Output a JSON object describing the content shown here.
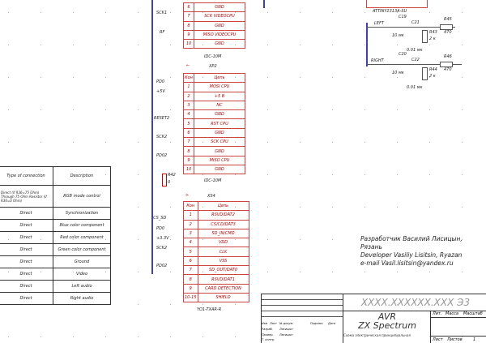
{
  "xp_top": {
    "rows": [
      [
        "6",
        "GND"
      ],
      [
        "7",
        "SCK VIDEOCPU"
      ],
      [
        "8",
        "GND"
      ],
      [
        "9",
        "MISO VIDEOCPU"
      ],
      [
        "10",
        "GND"
      ]
    ],
    "label": "IDC-10M",
    "nets": [
      "SCK1",
      "RF"
    ]
  },
  "xp2": {
    "ref": "XP2",
    "header": [
      "Кон",
      "Цепь"
    ],
    "rows": [
      [
        "1",
        "MOSI CPU"
      ],
      [
        "2",
        "+5 B"
      ],
      [
        "3",
        "NC"
      ],
      [
        "4",
        "GND"
      ],
      [
        "5",
        "RST CPU"
      ],
      [
        "6",
        "GND"
      ],
      [
        "7",
        "SCK CPU"
      ],
      [
        "8",
        "GND"
      ],
      [
        "9",
        "MISO CPU"
      ],
      [
        "10",
        "GND"
      ]
    ],
    "label": "IDC-10M",
    "nets": [
      "PD0",
      "+5V",
      "RESET2",
      "SCK2",
      "PD02"
    ],
    "resistor": [
      "R42",
      "0"
    ]
  },
  "xs4": {
    "ref": "XS4",
    "header": [
      "Кон",
      "Цепь"
    ],
    "rows": [
      [
        "1",
        "RSVD/DAT2"
      ],
      [
        "2",
        "CS/CD/DAT3"
      ],
      [
        "3",
        "SD_IN/CMD"
      ],
      [
        "4",
        "VDD"
      ],
      [
        "5",
        "CLK"
      ],
      [
        "6",
        "VSS"
      ],
      [
        "7",
        "SD_OUT/DAT0"
      ],
      [
        "8",
        "RSVD/DAT1"
      ],
      [
        "9",
        "CARD DETECTION"
      ],
      [
        "10-15",
        "SHIELD"
      ]
    ],
    "label": "YO1-TXAR-R",
    "nets": [
      "CS_SD",
      "PD0",
      "+3.3V",
      "SCK2",
      "PD02"
    ]
  },
  "conn_table": {
    "header": [
      "Type of connection",
      "Description"
    ],
    "rows": [
      [
        "Direct (if R36=75 Ohm) Through 75 Ohm Resistor (if R36=0 Ohm)",
        "RGB mode control"
      ],
      [
        "Direct",
        "Synchronization"
      ],
      [
        "Direct",
        "Blue color component"
      ],
      [
        "Direct",
        "Red color component"
      ],
      [
        "Direct",
        "Green color component"
      ],
      [
        "Direct",
        "Ground"
      ],
      [
        "Direct",
        "Video"
      ],
      [
        "Direct",
        "Left audio"
      ],
      [
        "Direct",
        "Right audio"
      ]
    ]
  },
  "audio": {
    "chip": "ATTINY2313A-SU",
    "left": {
      "net": "LEFT",
      "c1": "C19",
      "c1v": "10 мк",
      "c2": "C21",
      "c2v": "0.01 мк",
      "r1": "R43",
      "r1v": "2 к",
      "r2": "R45",
      "r2v": "470"
    },
    "right": {
      "net": "RIGHT",
      "c1": "C20",
      "c1v": "10 мк",
      "c2": "C22",
      "c2v": "0.01 мк",
      "r1": "R44",
      "r1v": "2 к",
      "r2": "R46",
      "r2v": "470"
    }
  },
  "credits": [
    "Разработчик Василий Лисицын, Рязань",
    "Developer Vasiliy Lisitsin, Ryazan",
    "e-mail Vasil.lisitsin@yandex.ru"
  ],
  "title_block": {
    "code": "XXXX.XXXXXX.XXX Э3",
    "title1": "AVR",
    "title2": "ZX Spectrum",
    "subtitle": "Схема электрическая принципиальная",
    "cols": [
      "Изм",
      "Лист",
      "№ докум.",
      "Подпись",
      "Дата"
    ],
    "rows": [
      [
        "Разраб.",
        "Лисицын"
      ],
      [
        "Провер.",
        "Лисицын"
      ],
      [
        "Т. контр.",
        ""
      ]
    ],
    "right_hdr": [
      "Лит.",
      "Масса",
      "Масштаб"
    ],
    "sheet": "Лист",
    "sheets": "Листов",
    "sheets_n": "1"
  }
}
